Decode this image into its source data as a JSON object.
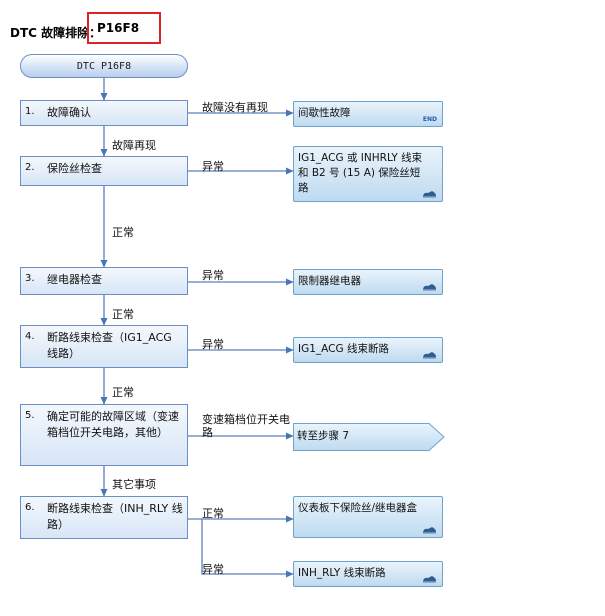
{
  "header": {
    "prefix": "DTC 故障排除：",
    "code": "P16F8"
  },
  "start": {
    "label": "DTC P16F8"
  },
  "steps": [
    {
      "num": "1.",
      "text": "故障确认"
    },
    {
      "num": "2.",
      "text": "保险丝检查"
    },
    {
      "num": "3.",
      "text": "继电器检查"
    },
    {
      "num": "4.",
      "text": "断路线束检查（IG1_ACG 线路）"
    },
    {
      "num": "5.",
      "text": "确定可能的故障区域（变速箱档位开关电路，其他）"
    },
    {
      "num": "6.",
      "text": "断路线束检查（INH_RLY 线路）"
    }
  ],
  "results": [
    {
      "text": "间歇性故障",
      "end": "END"
    },
    {
      "text": "IG1_ACG 或 INHRLY 线束和 B2 号 (15 A) 保险丝短路"
    },
    {
      "text": "限制器继电器"
    },
    {
      "text": "IG1_ACG 线束断路"
    },
    {
      "text": "转至步骤 7"
    },
    {
      "text": "仪表板下保险丝/继电器盒"
    },
    {
      "text": "INH_RLY 线束断路"
    }
  ],
  "labels": {
    "no_repro": "故障没有再现",
    "repro": "故障再现",
    "abn2": "异常",
    "ok2": "正常",
    "abn3": "异常",
    "ok3": "正常",
    "abn4": "异常",
    "ok4": "正常",
    "s5_out": "变速箱档位开关电路",
    "other": "其它事项",
    "ok6": "正常",
    "abn6": "异常"
  }
}
